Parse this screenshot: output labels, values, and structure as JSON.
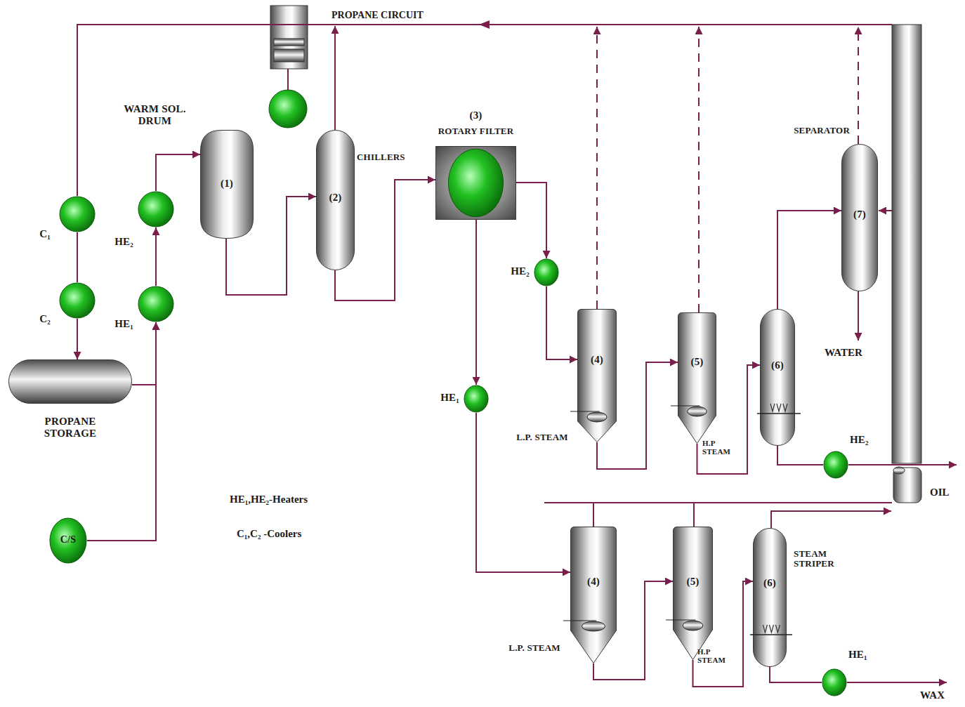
{
  "diagram": {
    "nodes": [
      {
        "text": [
          "WARM SOL. DRUM",
          "(1)"
        ]
      },
      {
        "text": [
          "(2)",
          "CHILLERS"
        ]
      },
      {
        "text": [
          "(3)",
          "ROTARY FILTER"
        ]
      },
      {
        "text": [
          "SEPARATOR",
          "(7)"
        ]
      },
      {
        "text": [
          "C₁"
        ]
      },
      {
        "text": [
          "HE₂"
        ]
      },
      {
        "text": [
          "HE₂"
        ]
      },
      {
        "text": [
          "C₂"
        ]
      },
      {
        "text": [
          "HE₁"
        ]
      },
      {
        "text": [
          "(4)",
          "L.P. STEAM"
        ]
      },
      {
        "text": [
          "(5)",
          "H.P STEAM"
        ]
      },
      {
        "text": [
          "(6)"
        ]
      },
      {
        "text": [
          "PROPANE STORAGE"
        ]
      },
      {
        "text": [
          "HE₁"
        ]
      },
      {
        "text": [
          "HE₂"
        ]
      },
      {
        "text": [
          "C/S"
        ]
      },
      {
        "text": [
          "(4)",
          "L.P. STEAM"
        ]
      },
      {
        "text": [
          "(5)",
          "H.P STEAM"
        ]
      },
      {
        "text": [
          "(6)",
          "STEAM STRIPER"
        ]
      },
      {
        "text": [
          "HE₁"
        ]
      }
    ],
    "edges": [
      {
        "from": 15,
        "to": 8,
        "arrow": "to"
      },
      {
        "from": 12,
        "to": 8,
        "arrow": "to"
      },
      {
        "from": 8,
        "to": 5,
        "arrow": "to"
      },
      {
        "from": 5,
        "to": 0,
        "arrow": "to"
      },
      {
        "from": 0,
        "to": 1,
        "arrow": "to"
      },
      {
        "from": 1,
        "to": 2,
        "arrow": "to"
      },
      {
        "from": 4,
        "to": 7,
        "arrow": "none"
      },
      {
        "from": 7,
        "to": 12,
        "arrow": "to"
      },
      {
        "from": 2,
        "to": 6,
        "arrow": "to"
      },
      {
        "from": 6,
        "to": 9,
        "arrow": "to"
      },
      {
        "from": 2,
        "to": 13,
        "arrow": "to"
      },
      {
        "from": 13,
        "to": 16,
        "arrow": "to"
      },
      {
        "from": 9,
        "to": 10,
        "arrow": "to"
      },
      {
        "from": 10,
        "to": 11,
        "arrow": "to"
      },
      {
        "from": 11,
        "to": 3,
        "arrow": "to"
      },
      {
        "from": 11,
        "to": 14,
        "arrow": "none"
      },
      {
        "from": 16,
        "to": 17,
        "arrow": "to"
      },
      {
        "from": 17,
        "to": 18,
        "arrow": "to"
      },
      {
        "from": 18,
        "to": 19,
        "arrow": "none"
      }
    ],
    "labels": [
      "PROPANE CIRCUIT",
      "WATER",
      "OIL",
      "WAX",
      "HE₁,HE₂-Heaters",
      "C₁,C₂ -Coolers"
    ]
  }
}
